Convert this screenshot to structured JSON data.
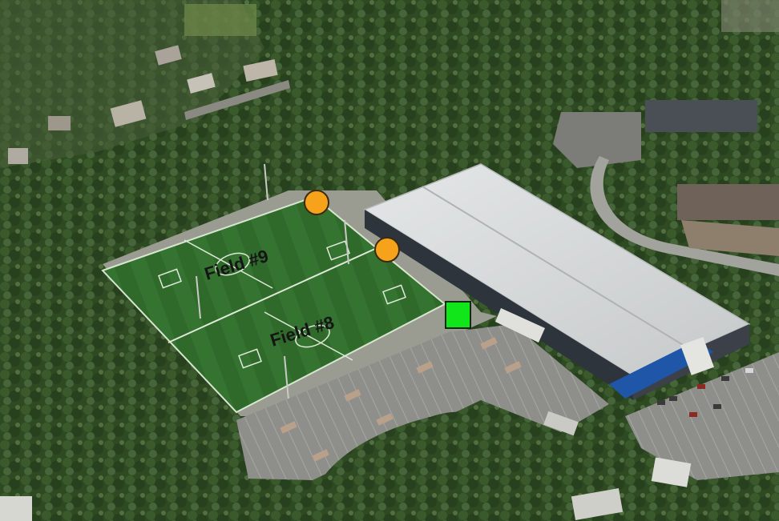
{
  "labels": {
    "field_9": "Field #9",
    "field_8": "Field #8"
  },
  "markers": [
    {
      "shape": "circle",
      "color": "#f7a21b"
    },
    {
      "shape": "circle",
      "color": "#f7a21b"
    },
    {
      "shape": "square",
      "color": "#11e61a"
    }
  ],
  "colors": {
    "turf": "#2f6b2a",
    "building_roof": "#d9dcdd",
    "building_trim": "#1f56a8",
    "parking_lot": "#8f8f8c",
    "forest": "#2d4a22"
  }
}
